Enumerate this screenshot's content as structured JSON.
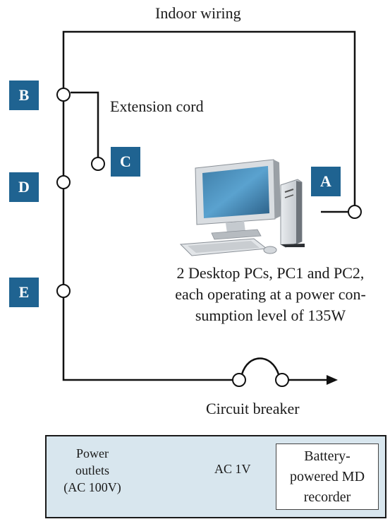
{
  "labels": {
    "indoor_wiring": "Indoor wiring",
    "extension_cord": "Extension cord",
    "circuit_breaker": "Circuit breaker",
    "pc_caption_line1": "2 Desktop PCs, PC1 and PC2,",
    "pc_caption_line2": "each operating at a power con-",
    "pc_caption_line3": "sumption level of 135W"
  },
  "badges": {
    "a": "A",
    "b": "B",
    "c": "C",
    "d": "D",
    "e": "E"
  },
  "legend": {
    "power_line1": "Power",
    "power_line2": "outlets",
    "power_line3": "(AC 100V)",
    "ac_output": "AC 1V",
    "md_line1": "Battery-",
    "md_line2": "powered MD",
    "md_line3": "recorder"
  },
  "colors": {
    "badge": "#1f6391",
    "legend_background": "#d8e6ee"
  }
}
